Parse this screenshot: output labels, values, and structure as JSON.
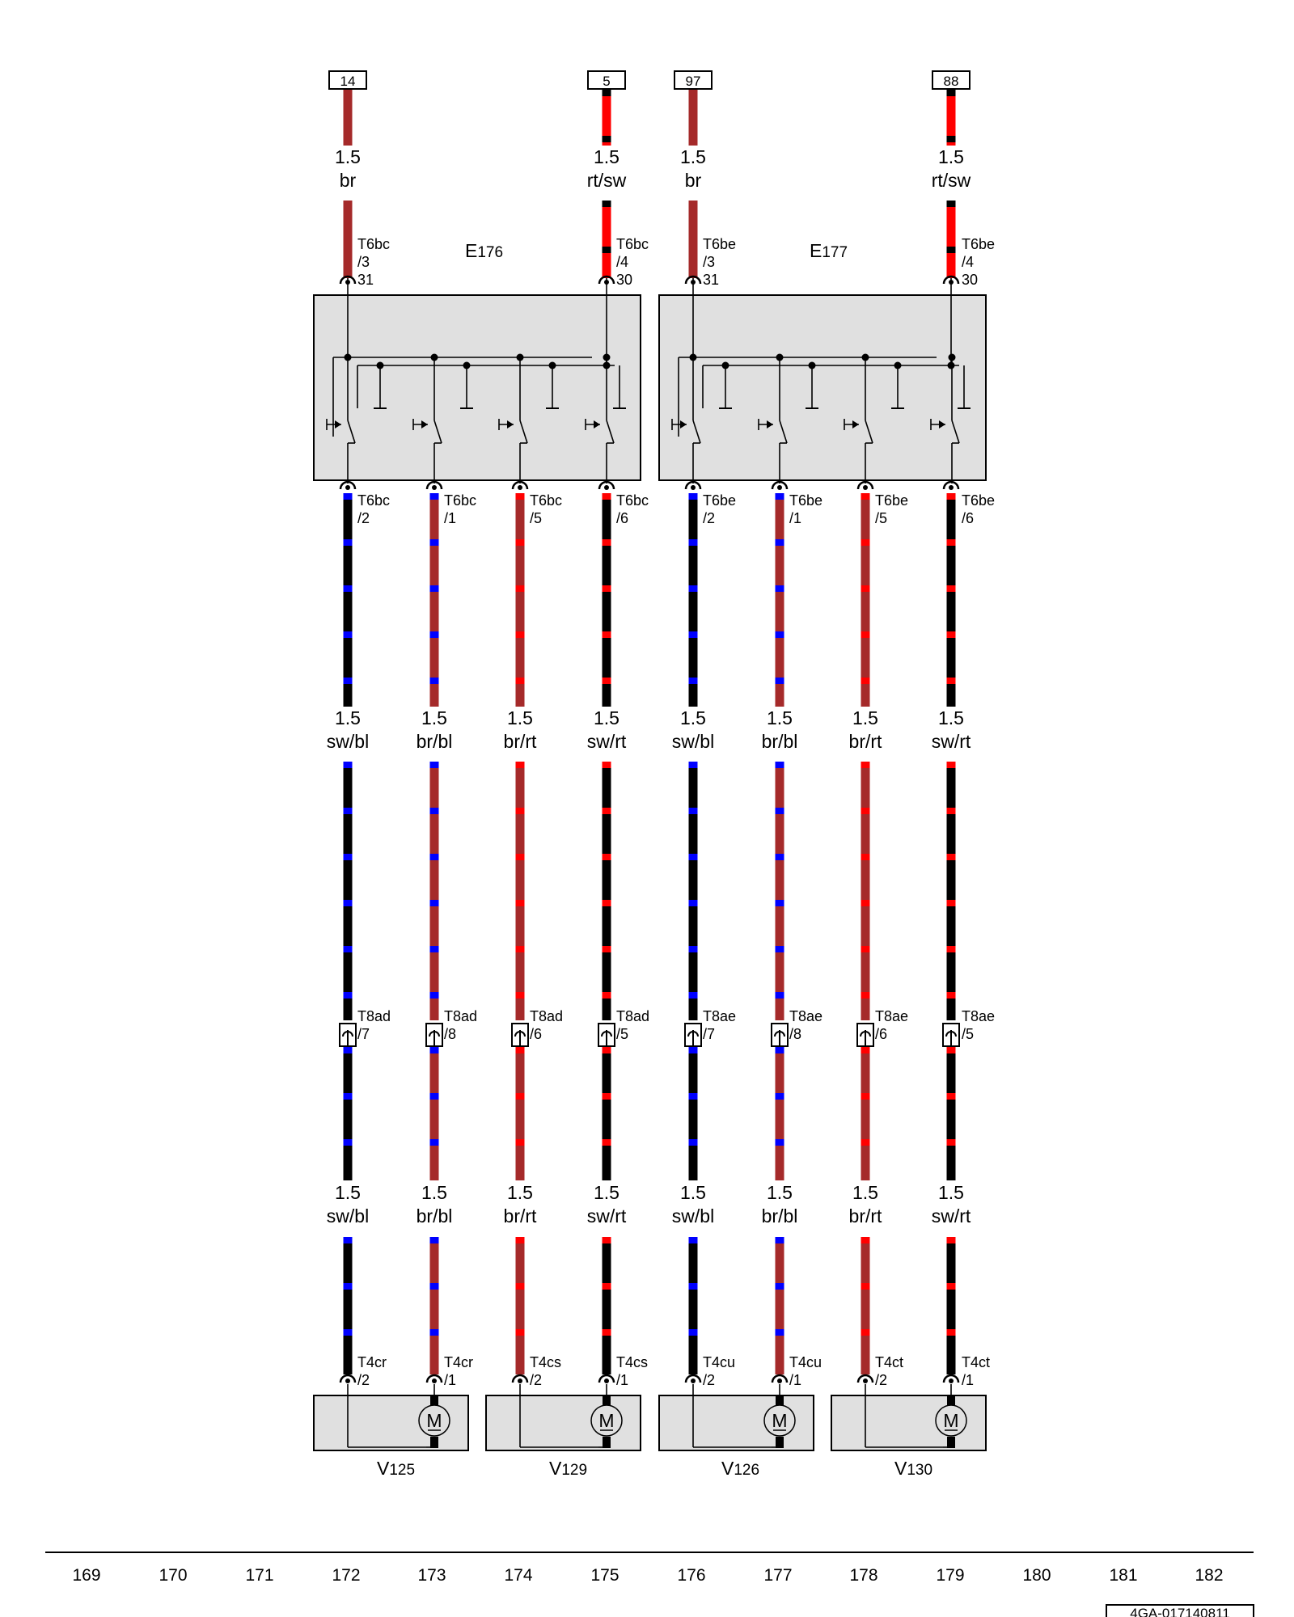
{
  "colors": {
    "br": "#a52a2a",
    "rt": "#ff0000",
    "sw": "#000000",
    "bl": "#0000ff",
    "housing": "#e0e0e0"
  },
  "top_terminals": [
    "14",
    "5",
    "97",
    "88"
  ],
  "top_wires": [
    {
      "size": "1.5",
      "color": "br"
    },
    {
      "size": "1.5",
      "color": "rt/sw"
    },
    {
      "size": "1.5",
      "color": "br"
    },
    {
      "size": "1.5",
      "color": "rt/sw"
    }
  ],
  "top_connectors": [
    {
      "line1": "T6bc",
      "line2": "/3",
      "line3": "31"
    },
    {
      "line1": "T6bc",
      "line2": "/4",
      "line3": "30"
    },
    {
      "line1": "T6be",
      "line2": "/3",
      "line3": "31"
    },
    {
      "line1": "T6be",
      "line2": "/4",
      "line3": "30"
    }
  ],
  "switches": [
    {
      "letter": "E",
      "number": "176"
    },
    {
      "letter": "E",
      "number": "177"
    }
  ],
  "mid_connectors": [
    {
      "line1": "T6bc",
      "line2": "/2"
    },
    {
      "line1": "T6bc",
      "line2": "/1"
    },
    {
      "line1": "T6bc",
      "line2": "/5"
    },
    {
      "line1": "T6bc",
      "line2": "/6"
    },
    {
      "line1": "T6be",
      "line2": "/2"
    },
    {
      "line1": "T6be",
      "line2": "/1"
    },
    {
      "line1": "T6be",
      "line2": "/5"
    },
    {
      "line1": "T6be",
      "line2": "/6"
    }
  ],
  "wire_labels": [
    {
      "size": "1.5",
      "color": "sw/bl"
    },
    {
      "size": "1.5",
      "color": "br/bl"
    },
    {
      "size": "1.5",
      "color": "br/rt"
    },
    {
      "size": "1.5",
      "color": "sw/rt"
    },
    {
      "size": "1.5",
      "color": "sw/bl"
    },
    {
      "size": "1.5",
      "color": "br/bl"
    },
    {
      "size": "1.5",
      "color": "br/rt"
    },
    {
      "size": "1.5",
      "color": "sw/rt"
    }
  ],
  "t8_connectors": [
    {
      "line1": "T8ad",
      "line2": "/7"
    },
    {
      "line1": "T8ad",
      "line2": "/8"
    },
    {
      "line1": "T8ad",
      "line2": "/6"
    },
    {
      "line1": "T8ad",
      "line2": "/5"
    },
    {
      "line1": "T8ae",
      "line2": "/7"
    },
    {
      "line1": "T8ae",
      "line2": "/8"
    },
    {
      "line1": "T8ae",
      "line2": "/6"
    },
    {
      "line1": "T8ae",
      "line2": "/5"
    }
  ],
  "t4_connectors": [
    {
      "line1": "T4cr",
      "line2": "/2"
    },
    {
      "line1": "T4cr",
      "line2": "/1"
    },
    {
      "line1": "T4cs",
      "line2": "/2"
    },
    {
      "line1": "T4cs",
      "line2": "/1"
    },
    {
      "line1": "T4cu",
      "line2": "/2"
    },
    {
      "line1": "T4cu",
      "line2": "/1"
    },
    {
      "line1": "T4ct",
      "line2": "/2"
    },
    {
      "line1": "T4ct",
      "line2": "/1"
    }
  ],
  "motors": [
    {
      "letter": "V",
      "number": "125",
      "symbol": "M"
    },
    {
      "letter": "V",
      "number": "129",
      "symbol": "M"
    },
    {
      "letter": "V",
      "number": "126",
      "symbol": "M"
    },
    {
      "letter": "V",
      "number": "130",
      "symbol": "M"
    }
  ],
  "column_numbers": [
    "169",
    "170",
    "171",
    "172",
    "173",
    "174",
    "175",
    "176",
    "177",
    "178",
    "179",
    "180",
    "181",
    "182"
  ],
  "reference": "4GA-017140811"
}
